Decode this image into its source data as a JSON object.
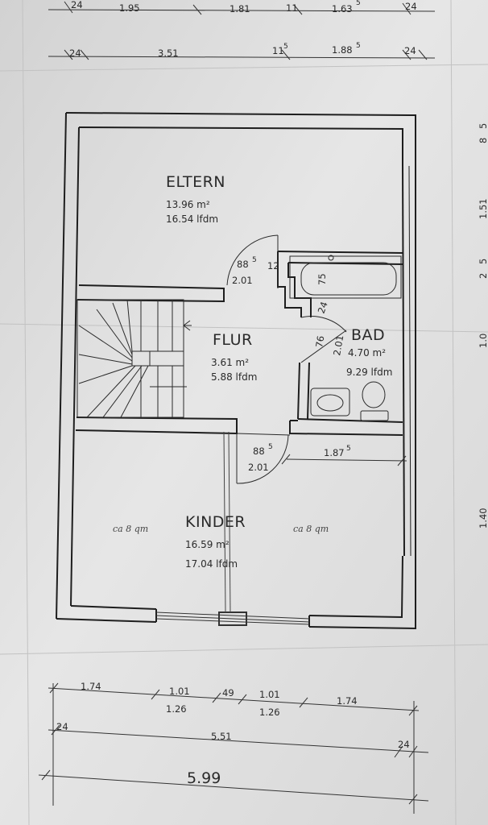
{
  "top_dims": {
    "row1": [
      "24",
      "1.95",
      "1.81",
      "11",
      "1.63",
      "5",
      "24"
    ],
    "row2": [
      "24",
      "3.51",
      "11",
      "5",
      "1.88",
      "5",
      "24"
    ]
  },
  "right_edge_marks": [
    "8",
    "5",
    "1.51",
    "2",
    "5",
    "1.0",
    "1.40"
  ],
  "rooms": {
    "eltern": {
      "name": "ELTERN",
      "area": "13.96 m²",
      "perimeter": "16.54 lfdm"
    },
    "flur": {
      "name": "FLUR",
      "area": "3.61 m²",
      "perimeter": "5.88 lfdm"
    },
    "bad": {
      "name": "BAD",
      "area": "4.70 m²",
      "perimeter": "9.29 lfdm"
    },
    "kinder": {
      "name": "KINDER",
      "area": "16.59 m²",
      "perimeter": "17.04 lfdm"
    }
  },
  "door_eltern": {
    "width": "88",
    "width_sup": "5",
    "height": "2.01"
  },
  "door_bad": {
    "width": "76",
    "height": "2.01",
    "wall": "24"
  },
  "door_kinder": {
    "width": "88",
    "width_sup": "5",
    "height": "2.01"
  },
  "bad_labels": {
    "wall": "12",
    "tub": "75"
  },
  "kinder_inner_dim": {
    "value": "1.87",
    "sup": "5"
  },
  "handwritten": {
    "left": "ca 8 qm",
    "right": "ca 8 qm"
  },
  "bottom_dims": {
    "row1": [
      "1.74",
      "1.01",
      "49",
      "1.01",
      "1.74"
    ],
    "row2": [
      "1.26",
      "1.26"
    ],
    "row3": [
      "24",
      "5.51",
      "24"
    ],
    "total": "5.99"
  }
}
